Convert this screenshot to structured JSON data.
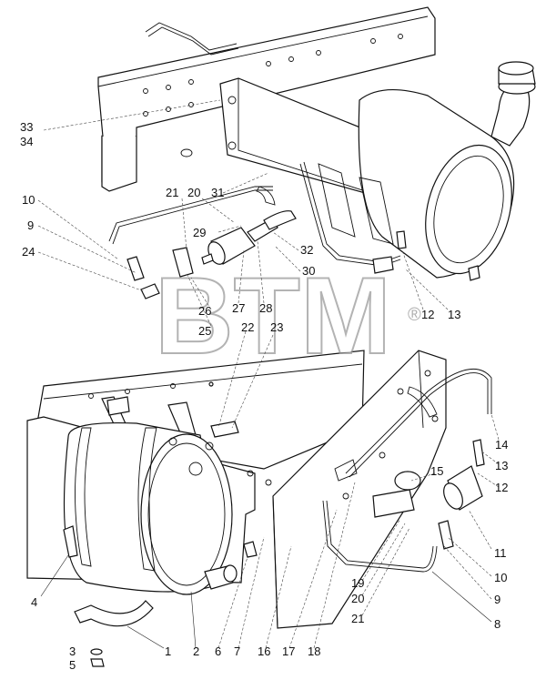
{
  "watermark": {
    "text": "BTM",
    "mark": "®"
  },
  "callouts": [
    {
      "id": "c33",
      "text": "33"
    },
    {
      "id": "c34",
      "text": "34"
    },
    {
      "id": "c10a",
      "text": "10"
    },
    {
      "id": "c9a",
      "text": "9"
    },
    {
      "id": "c24",
      "text": "24"
    },
    {
      "id": "c21a",
      "text": "21"
    },
    {
      "id": "c20a",
      "text": "20"
    },
    {
      "id": "c31",
      "text": "31"
    },
    {
      "id": "c29",
      "text": "29"
    },
    {
      "id": "c32",
      "text": "32"
    },
    {
      "id": "c30",
      "text": "30"
    },
    {
      "id": "c12a",
      "text": "12"
    },
    {
      "id": "c13a",
      "text": "13"
    },
    {
      "id": "c26",
      "text": "26"
    },
    {
      "id": "c27",
      "text": "27"
    },
    {
      "id": "c28",
      "text": "28"
    },
    {
      "id": "c25",
      "text": "25"
    },
    {
      "id": "c22",
      "text": "22"
    },
    {
      "id": "c23",
      "text": "23"
    },
    {
      "id": "c14",
      "text": "14"
    },
    {
      "id": "c13b",
      "text": "13"
    },
    {
      "id": "c12b",
      "text": "12"
    },
    {
      "id": "c15",
      "text": "15"
    },
    {
      "id": "c11",
      "text": "11"
    },
    {
      "id": "c10b",
      "text": "10"
    },
    {
      "id": "c19",
      "text": "19"
    },
    {
      "id": "c20b",
      "text": "20"
    },
    {
      "id": "c9b",
      "text": "9"
    },
    {
      "id": "c21b",
      "text": "21"
    },
    {
      "id": "c8",
      "text": "8"
    },
    {
      "id": "c4",
      "text": "4"
    },
    {
      "id": "c1",
      "text": "1"
    },
    {
      "id": "c2",
      "text": "2"
    },
    {
      "id": "c6",
      "text": "6"
    },
    {
      "id": "c7",
      "text": "7"
    },
    {
      "id": "c16",
      "text": "16"
    },
    {
      "id": "c17",
      "text": "17"
    },
    {
      "id": "c18",
      "text": "18"
    },
    {
      "id": "c3",
      "text": "3"
    },
    {
      "id": "c5",
      "text": "5"
    }
  ]
}
